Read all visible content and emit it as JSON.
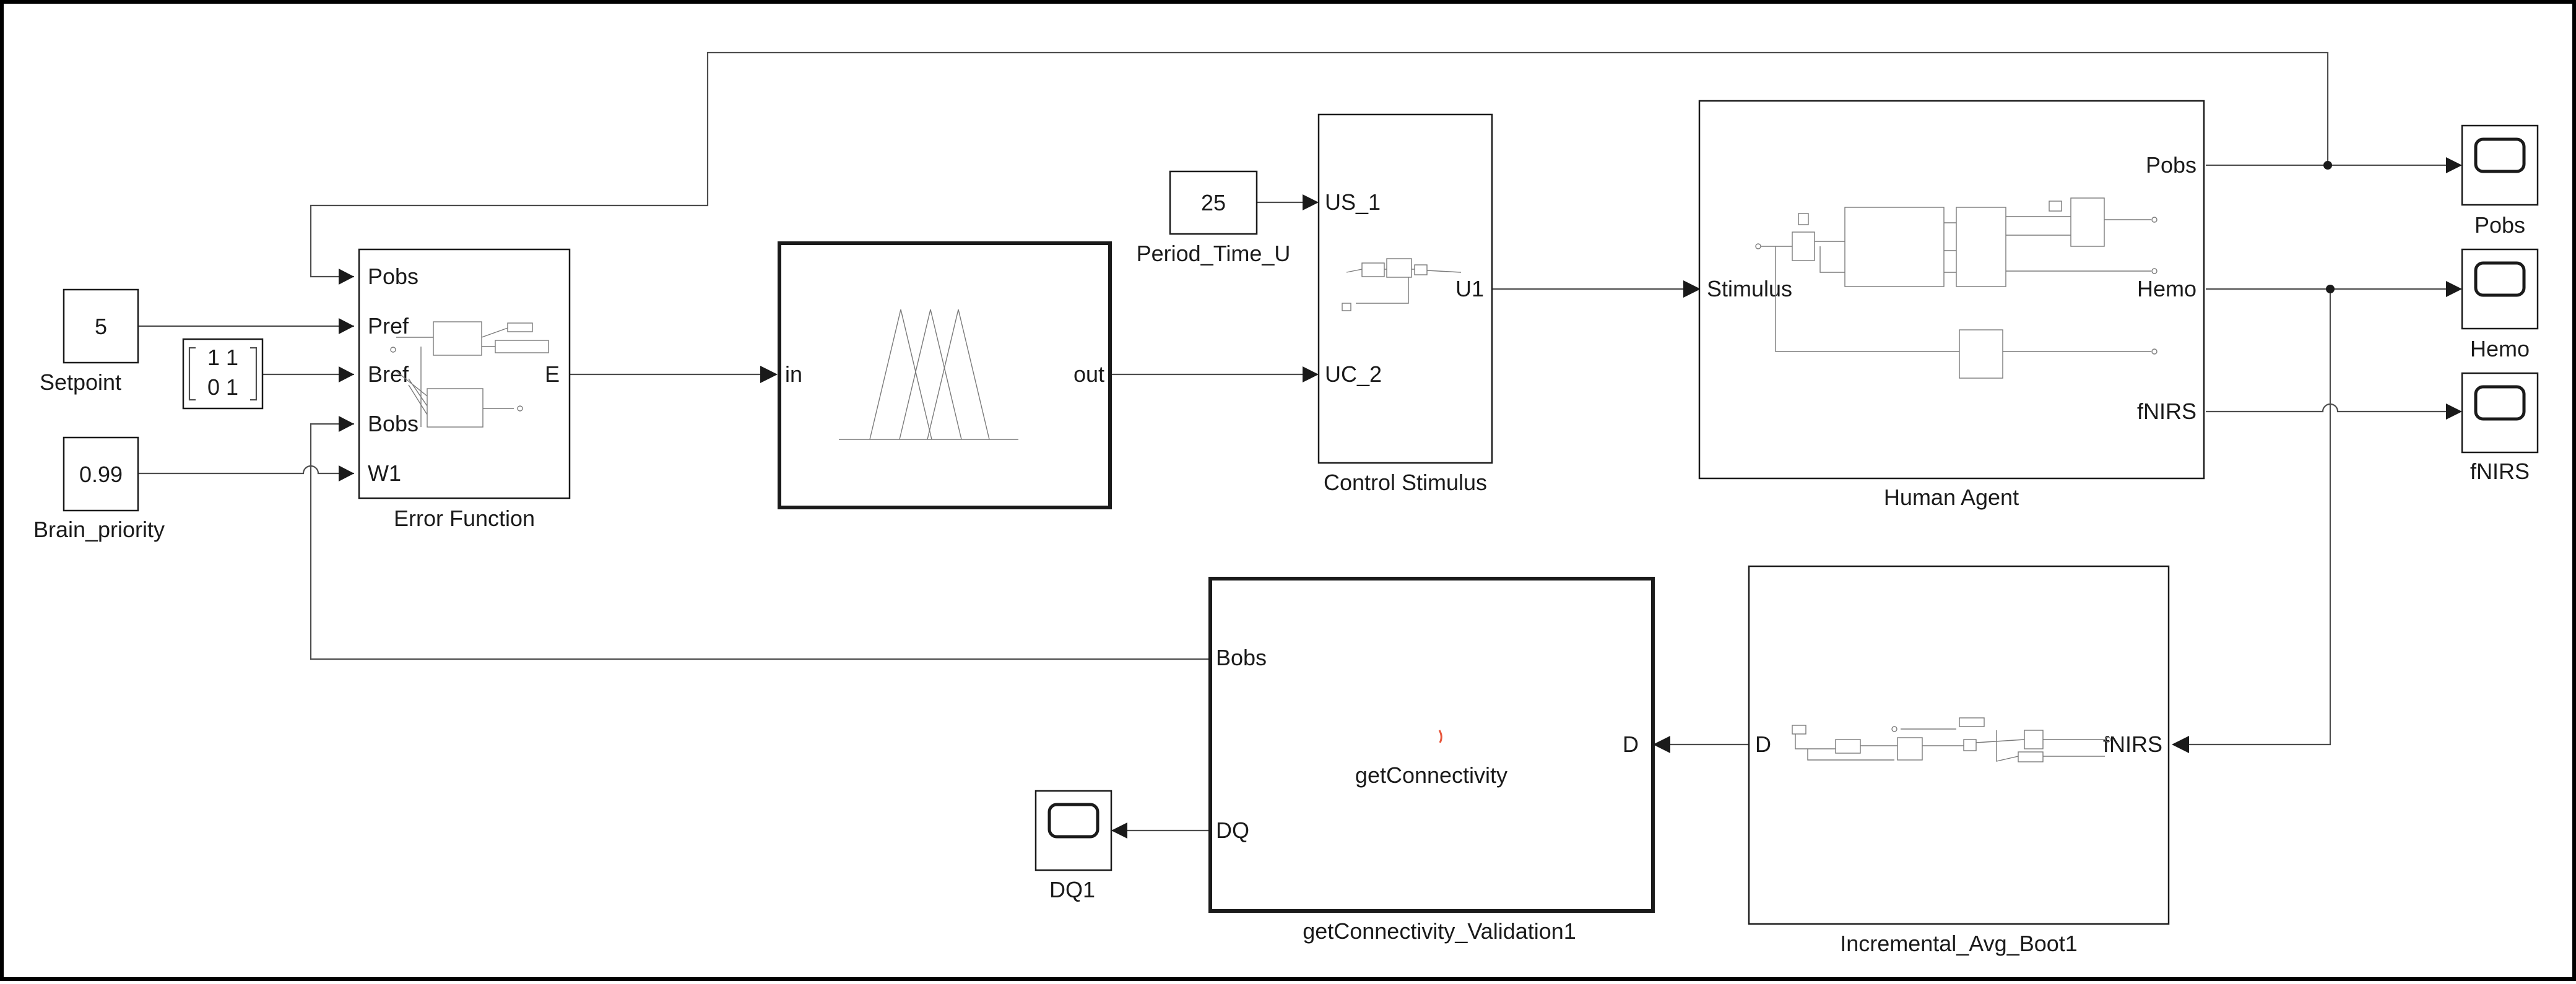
{
  "diagram": {
    "constants": {
      "setpoint_value": "5",
      "setpoint_name": "Setpoint",
      "matrix_row1": "1 1",
      "matrix_row2": "0 1",
      "brain_value": "0.99",
      "brain_name": "Brain_priority",
      "period_value": "25",
      "period_name": "Period_Time_U"
    },
    "error_function": {
      "name": "Error Function",
      "in_ports": [
        "Pobs",
        "Pref",
        "Bref",
        "Bobs",
        "W1"
      ],
      "out_port": "E"
    },
    "fuzzy": {
      "in_port": "in",
      "out_port": "out"
    },
    "control_stimulus": {
      "name": "Control Stimulus",
      "in_ports": [
        "US_1",
        "UC_2"
      ],
      "out_port": "U1"
    },
    "human_agent": {
      "name": "Human Agent",
      "in_port": "Stimulus",
      "out_ports": [
        "Pobs",
        "Hemo",
        "fNIRS"
      ]
    },
    "scopes": {
      "pobs": "Pobs",
      "hemo": "Hemo",
      "fnirs": "fNIRS",
      "dq1": "DQ1"
    },
    "get_connectivity": {
      "name": "getConnectivity_Validation1",
      "function_label": "getConnectivity",
      "in_port": "Bobs",
      "out_ports": [
        "D",
        "DQ"
      ]
    },
    "incremental": {
      "name": "Incremental_Avg_Boot1",
      "in_port": "fNIRS",
      "out_port": "D"
    },
    "colors": {
      "line": "#4d4d4d",
      "block": "#1a1a1a",
      "accent": "#e8553a"
    }
  }
}
